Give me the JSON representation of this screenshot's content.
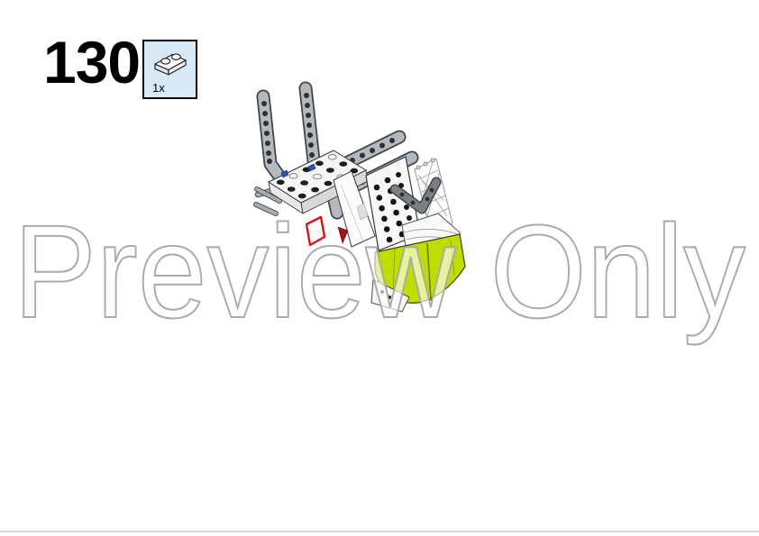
{
  "page": {
    "background": "#ffffff",
    "footer_line_color": "#d9d9d9"
  },
  "step": {
    "number": "130"
  },
  "parts_callout": {
    "count_label": "1x",
    "part": "white-plate-1x2",
    "box_background": "#d7e9f7",
    "box_border_color": "#000000"
  },
  "watermark": {
    "text": "Preview Only",
    "outline_color": "#a9a9a9"
  },
  "model": {
    "subject": "partially-assembled-lego-model",
    "colors": {
      "beam_gray": "#b3b9bf",
      "beam_outline": "#3f4449",
      "lime_green": "#bfdd00",
      "callout_red": "#e11111",
      "dark_red": "#a81212",
      "pin_blue": "#2b50c8",
      "stud_black": "#1c1e20",
      "part_white": "#f8f8f8"
    }
  }
}
